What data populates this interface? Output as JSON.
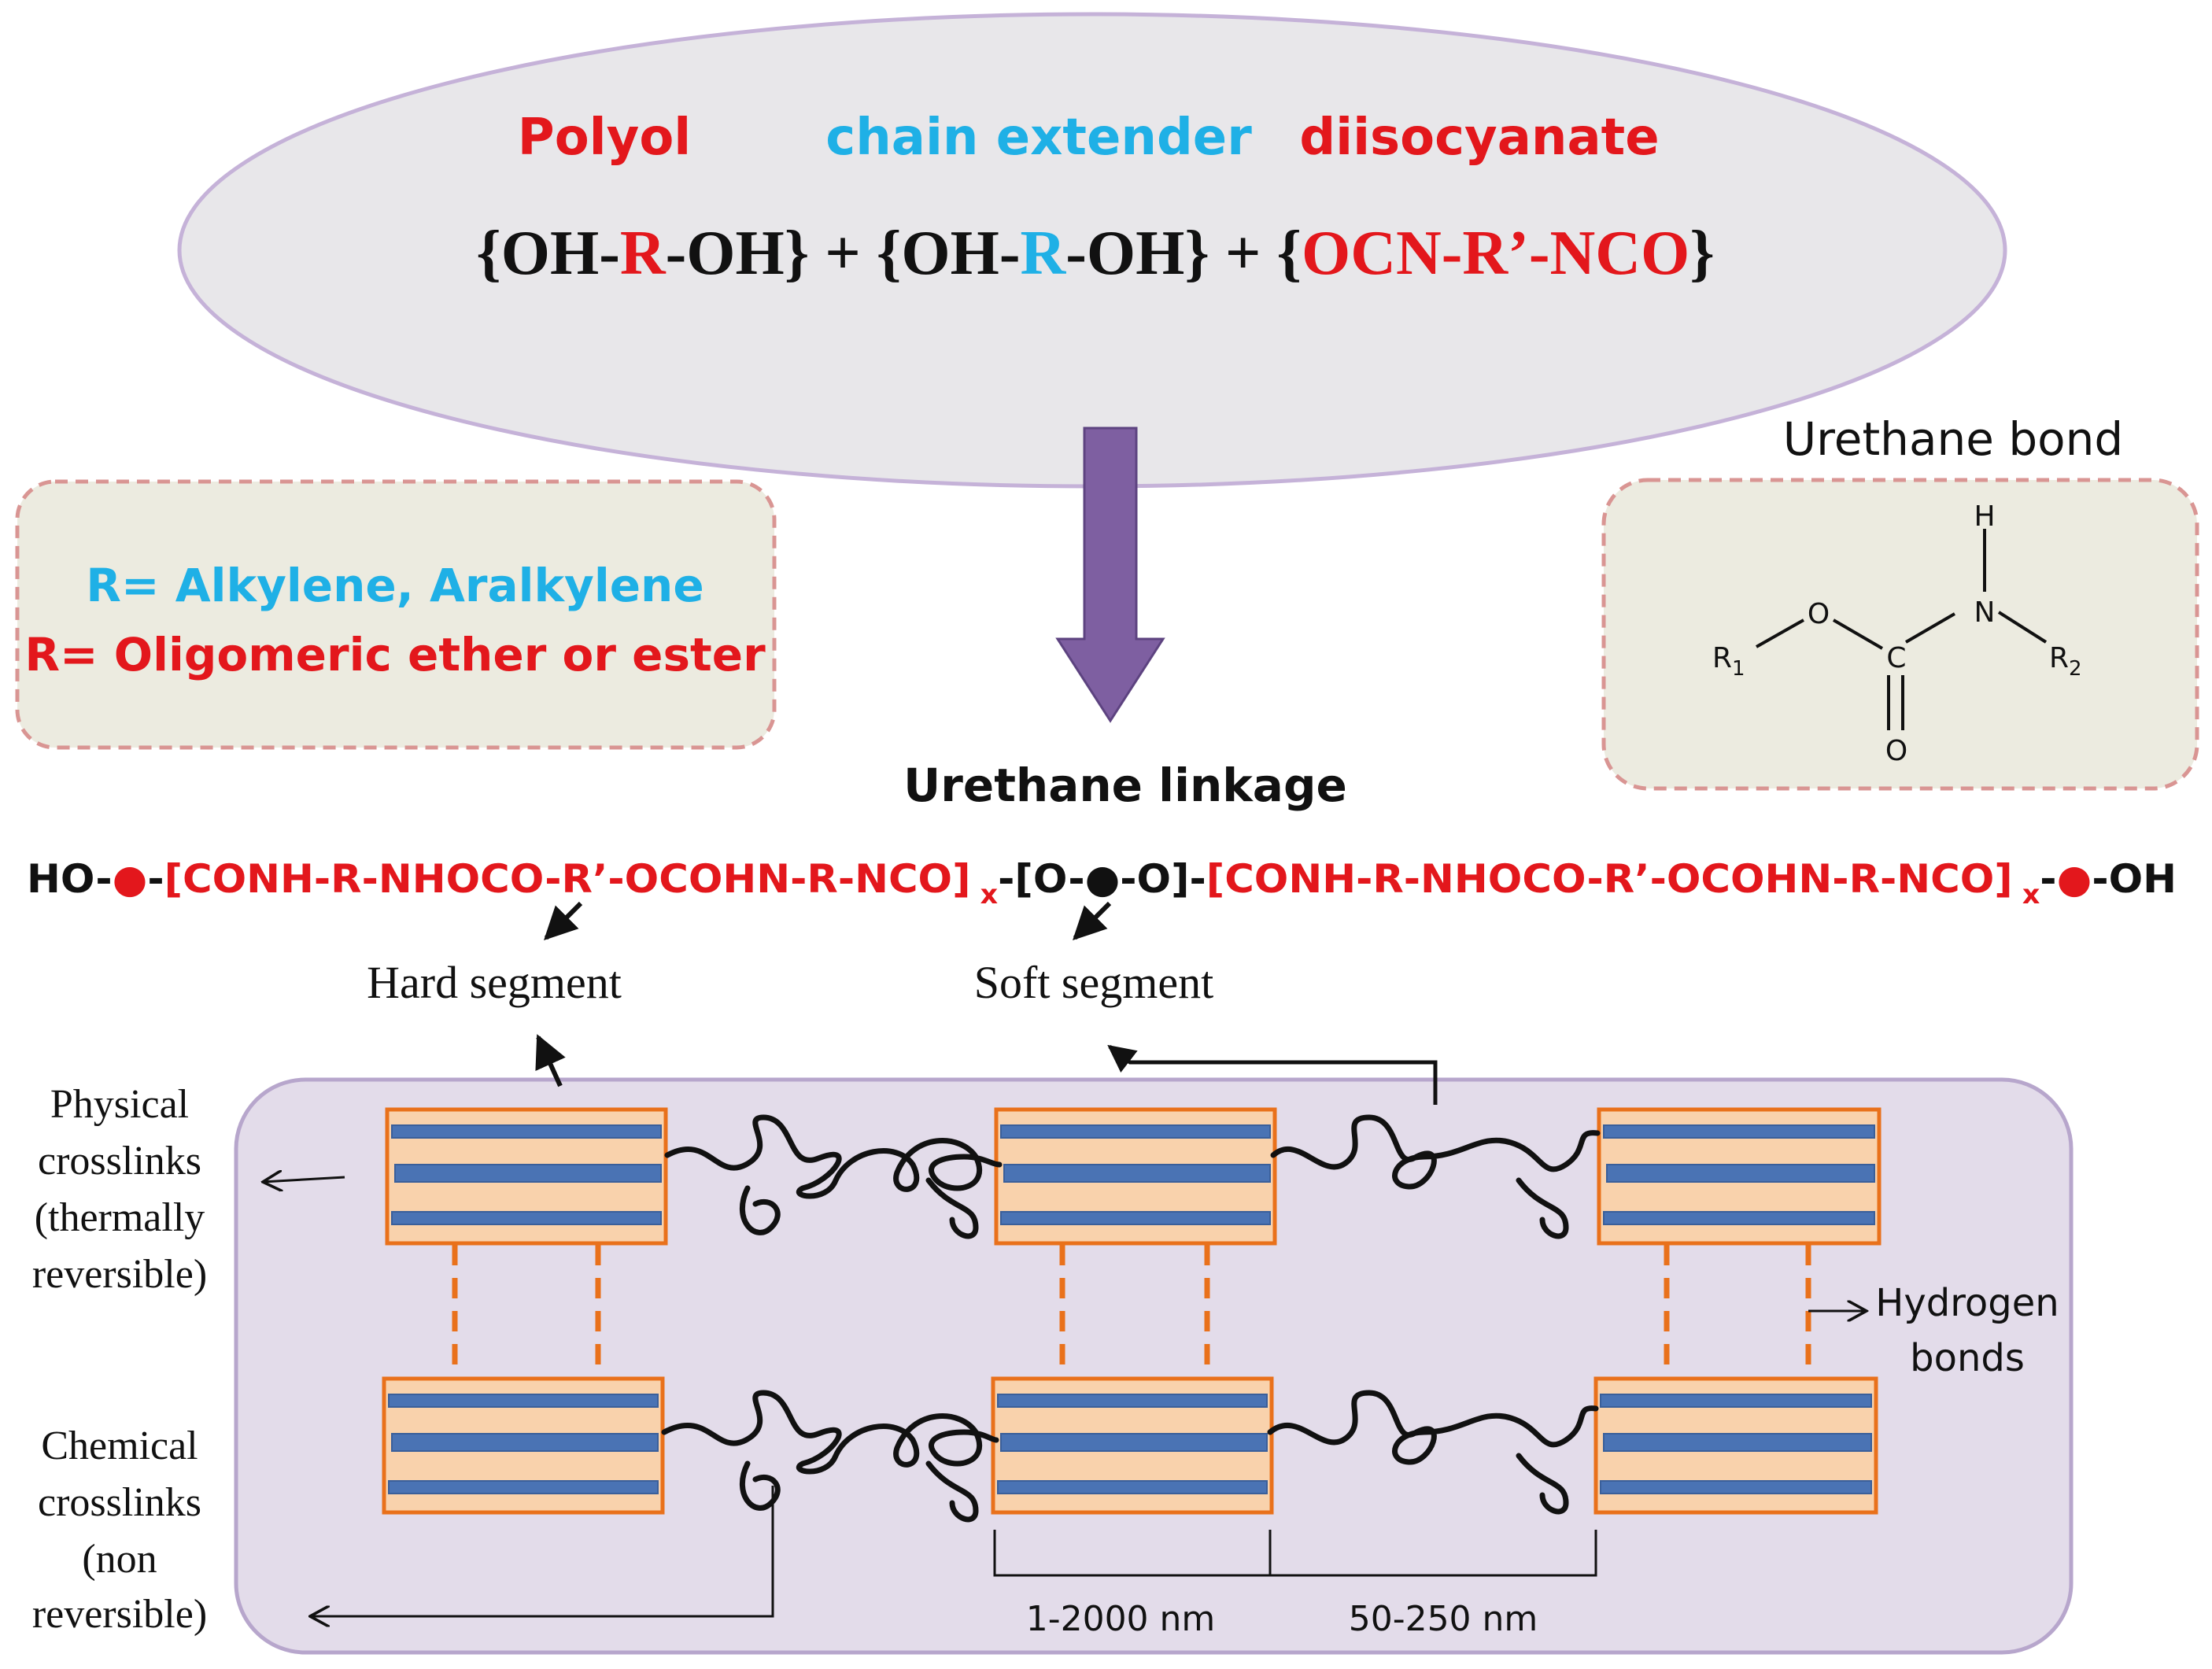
{
  "colors": {
    "red": "#e3171c",
    "blue": "#1fb0e6",
    "black": "#111111",
    "ellipse_fill": "#e8e7ea",
    "ellipse_stroke": "#c5b2d8",
    "box_fill": "#ecebe0",
    "box_border": "#d99593",
    "arrow_fill": "#7e5fa1",
    "panel_fill": "#e3dcea",
    "panel_stroke": "#b7a6cc",
    "block_fill": "#f9d2ac",
    "block_border": "#e9711b",
    "bar_fill": "#4a73b4",
    "dash": "#e9711b"
  },
  "reactants": {
    "polyol_label": "Polyol",
    "chain_extender_label": "chain extender",
    "diisocyanate_label": "diisocyanate"
  },
  "equation": {
    "open1": "{OH-",
    "r1": "R",
    "close1": "-OH}",
    "plus1": " + ",
    "open2": "{OH-",
    "r2": "R",
    "close2": "-OH}",
    "plus2": " + ",
    "brace_open": "{",
    "diiso": "OCN-R’-NCO",
    "brace_close": "}"
  },
  "r_definitions": {
    "line1": "R= Alkylene, Aralkylene",
    "line2": "R= Oligomeric  ether or ester"
  },
  "urethane_bond": {
    "title": "Urethane bond",
    "atom_h": "H",
    "atom_n": "N",
    "atom_o_top": "O",
    "atom_c": "C",
    "atom_o_bottom": "O",
    "r1": "R",
    "r1_sub": "1",
    "r2": "R",
    "r2_sub": "2"
  },
  "linkage": {
    "title": "Urethane linkage",
    "p1": "HO-",
    "p2": "-",
    "p3": "[CONH-R-NHOCO-R’-OCOHN-R-NCO]",
    "p4": " x",
    "p5": "-",
    "p6": "[O-",
    "p7": "-O]",
    "p8": "-",
    "p9": "[CONH-R-NHOCO-R’-OCOHN-R-NCO]",
    "p10": " x",
    "p11": "-",
    "p12": "-OH"
  },
  "segments": {
    "hard": "Hard segment",
    "soft": "Soft segment"
  },
  "annotations": {
    "physical": [
      "Physical",
      "crosslinks",
      "(thermally",
      "reversible)"
    ],
    "chemical": [
      "Chemical",
      "crosslinks",
      "(non",
      "reversible)"
    ],
    "hydrogen": [
      "Hydrogen",
      "bonds"
    ]
  },
  "dimensions": {
    "d1": "1-2000 nm",
    "d2": "50-250 nm"
  }
}
